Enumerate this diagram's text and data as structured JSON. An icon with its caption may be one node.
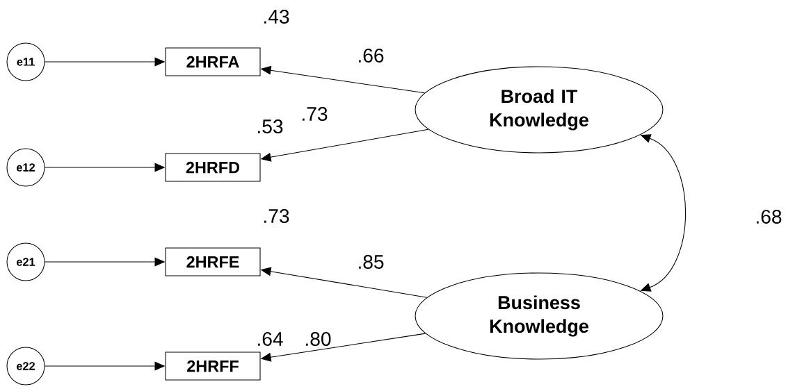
{
  "diagram": {
    "nodes": [
      {
        "text": [
          "e11"
        ]
      },
      {
        "text": [
          "e12"
        ]
      },
      {
        "text": [
          "e21"
        ]
      },
      {
        "text": [
          "e22"
        ]
      },
      {
        "text": [
          "2HRFA"
        ],
        "beside": [
          ".43"
        ]
      },
      {
        "text": [
          "2HRFD"
        ],
        "beside": [
          ".53"
        ]
      },
      {
        "text": [
          "2HRFE"
        ],
        "beside": [
          ".73"
        ]
      },
      {
        "text": [
          "2HRFF"
        ],
        "beside": [
          ".64"
        ]
      },
      {
        "text": [
          "Broad IT Knowledge"
        ]
      },
      {
        "text": [
          "Business Knowledge"
        ]
      }
    ],
    "edges": [
      {
        "from": 0,
        "to": 4,
        "arrow": "to"
      },
      {
        "from": 1,
        "to": 5,
        "arrow": "to"
      },
      {
        "from": 2,
        "to": 6,
        "arrow": "to"
      },
      {
        "from": 3,
        "to": 7,
        "arrow": "to"
      },
      {
        "from": 8,
        "to": 4,
        "arrow": "to",
        "label": ".66"
      },
      {
        "from": 8,
        "to": 5,
        "arrow": "to",
        "label": ".73"
      },
      {
        "from": 9,
        "to": 6,
        "arrow": "to",
        "label": ".85"
      },
      {
        "from": 9,
        "to": 7,
        "arrow": "to",
        "label": ".80"
      },
      {
        "from": 8,
        "to": 9,
        "arrow": "both",
        "label": ".68"
      }
    ]
  }
}
